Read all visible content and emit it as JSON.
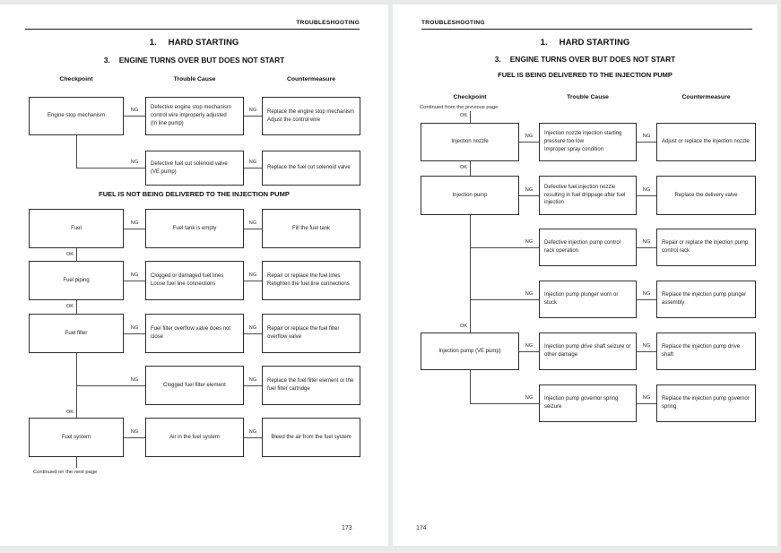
{
  "labels": {
    "ng": "NG",
    "ok": "OK"
  },
  "left_page": {
    "header": "TROUBLESHOOTING",
    "title_num": "1.",
    "title": "HARD STARTING",
    "subtitle_num": "3.",
    "subtitle": "ENGINE TURNS OVER BUT DOES NOT START",
    "col_checkpoint": "Checkpoint",
    "col_cause": "Trouble Cause",
    "col_measure": "Countermeasure",
    "section": "FUEL IS NOT BEING DELIVERED TO THE INJECTION PUMP",
    "boxes": {
      "engine_stop": "Engine stop mechanism",
      "engine_stop_cause": "Defective engine stop mechanism control wire improperly adjusted\n(In line pump)",
      "engine_stop_measure": "Replace the engine stop mechanism\nAdjust the control wire",
      "fuel_cut_cause": "Defective fuel cut solenoid valve\n(VE pump)",
      "fuel_cut_measure": "Replace the fuel cut solenoid valve",
      "fuel": "Fuel",
      "fuel_cause": "Fuel tank is empty",
      "fuel_measure": "Fill the fuel tank",
      "fuel_piping": "Fuel piping",
      "fuel_piping_cause": "Clogged or damaged fuel lines\nLoose fuel line connections",
      "fuel_piping_measure": "Repair or replace the fuel lines\nRetighten the fuel line connections",
      "fuel_filter": "Fuel filter",
      "fuel_filter_cause": "Fuel filter overflow valve does not close",
      "fuel_filter_measure": "Repair or replace the fuel filter overflow valve",
      "filter_element_cause": "Clogged fuel filter element",
      "filter_element_measure": "Replace the fuel filter element or the fuel filter cartridge",
      "fuel_system": "Fuel system",
      "fuel_system_cause": "Air in the fuel system",
      "fuel_system_measure": "Bleed the air from the fuel system"
    },
    "footer_note": "Continued on the next page",
    "page_number": "173"
  },
  "right_page": {
    "header": "TROUBLESHOOTING",
    "title_num": "1.",
    "title": "HARD STARTING",
    "subtitle_num": "3.",
    "subtitle": "ENGINE TURNS OVER BUT DOES NOT START",
    "section": "FUEL IS BEING DELIVERED TO THE INJECTION PUMP",
    "col_checkpoint": "Checkpoint",
    "col_cause": "Trouble Cause",
    "col_measure": "Countermeasure",
    "continued_note": "Continued from the previous page",
    "boxes": {
      "injection_nozzle": "Injection nozzle",
      "nozzle_cause": "Injection nozzle injection starting pressure too low\nImproper spray condition",
      "nozzle_measure": "Adjust or replace the injection nozzle",
      "injection_pump": "Injection pump",
      "pump_cause": "Defective fuel injection nozzle resulting in fuel drippage after fuel injection",
      "pump_measure": "Replace the delivery valve",
      "rack_cause": "Defective injection pump control rack operation",
      "rack_measure": "Repair or replace the injection pump control rack",
      "plunger_cause": "Injection pump plunger worn or stuck",
      "plunger_measure": "Replace the injection pump plunger assembly",
      "ve_pump": "Injection pump (VE pump)",
      "ve_cause": "Injection pump drive shaft seizure or other damage",
      "ve_measure": "Replace the injection pump drive shaft",
      "governor_cause": "Injection pump governor spring seizure",
      "governor_measure": "Replace the injection pump governor spring"
    },
    "page_number": "174"
  }
}
